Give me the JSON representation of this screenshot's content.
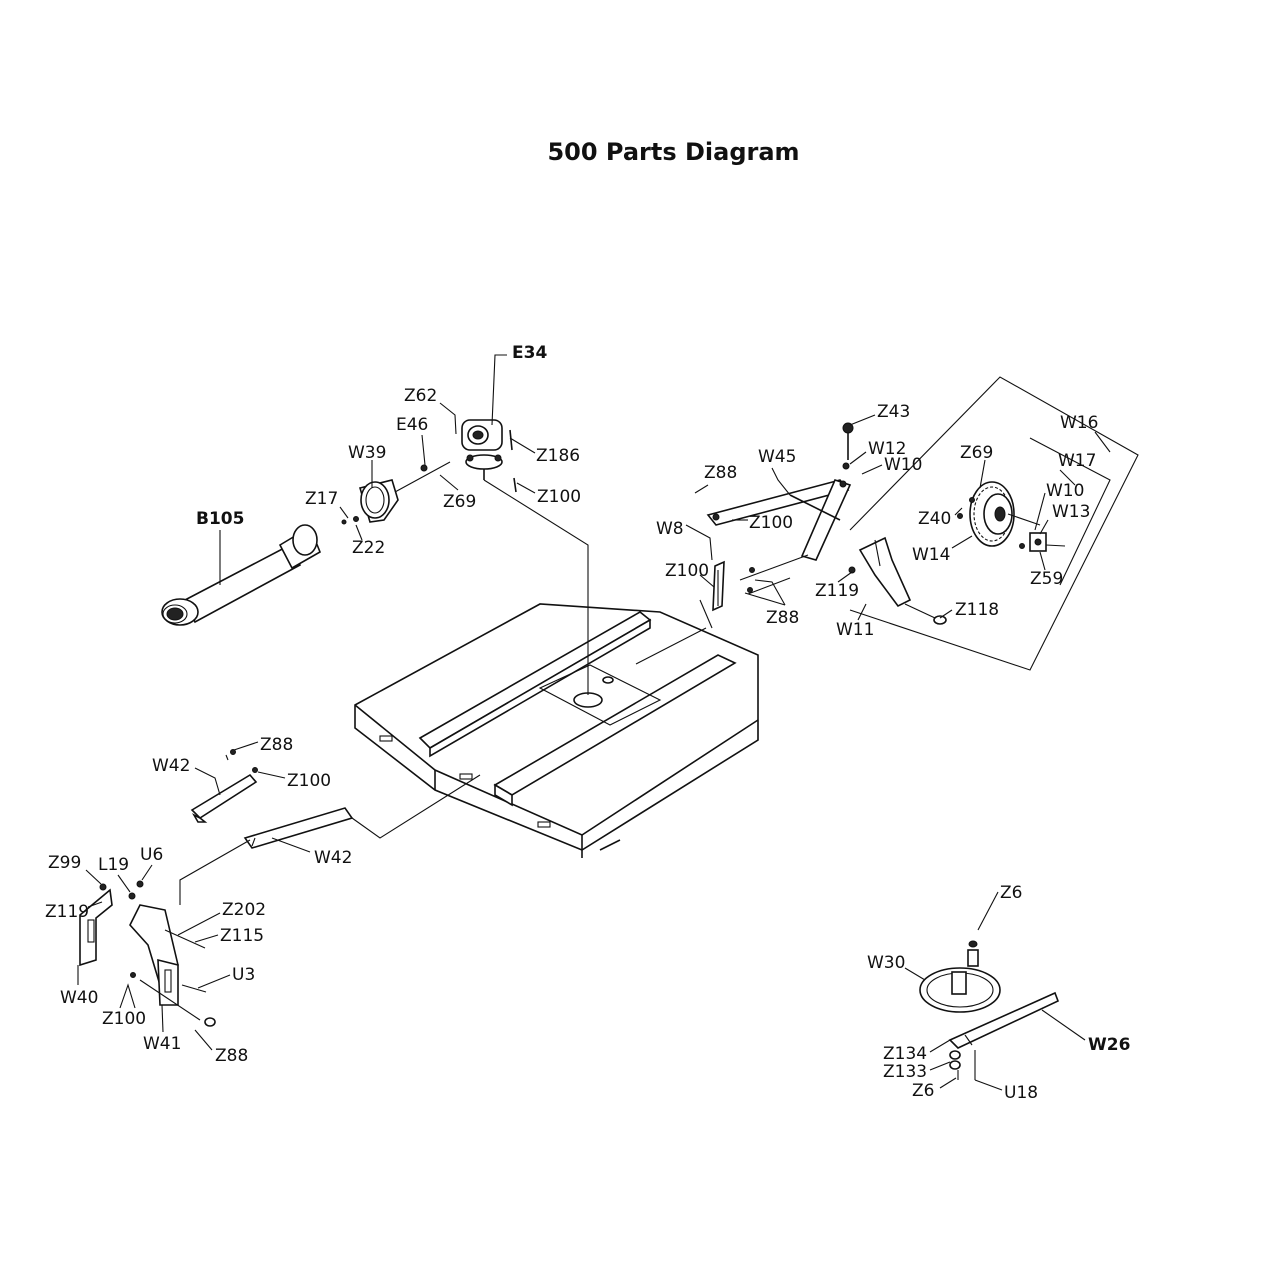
{
  "title": "500 Parts Diagram",
  "labels": {
    "E34": "E34",
    "Z62": "Z62",
    "E46": "E46",
    "Z186": "Z186",
    "W39": "W39",
    "Z69_top": "Z69",
    "Z100_top": "Z100",
    "Z17": "Z17",
    "Z22": "Z22",
    "B105": "B105",
    "Z43": "Z43",
    "W12": "W12",
    "W10_a": "W10",
    "W45": "W45",
    "Z88_top": "Z88",
    "Z100_w45": "Z100",
    "W8": "W8",
    "Z100_w8": "Z100",
    "Z88_w8": "Z88",
    "Z119_right": "Z119",
    "W11": "W11",
    "Z118": "Z118",
    "W16": "W16",
    "W17": "W17",
    "Z69_right": "Z69",
    "W10_b": "W10",
    "W13": "W13",
    "Z40": "Z40",
    "W14": "W14",
    "Z59": "Z59",
    "Z88_w42": "Z88",
    "W42_a": "W42",
    "Z100_w42": "Z100",
    "W42_b": "W42",
    "Z99": "Z99",
    "L19": "L19",
    "U6": "U6",
    "Z119_left": "Z119",
    "Z202": "Z202",
    "Z115": "Z115",
    "U3": "U3",
    "W40": "W40",
    "Z100_bottom": "Z100",
    "W41": "W41",
    "Z88_bottom": "Z88",
    "Z6_top": "Z6",
    "W30": "W30",
    "W26": "W26",
    "Z134": "Z134",
    "Z133": "Z133",
    "Z6_bottom": "Z6",
    "U18": "U18"
  }
}
